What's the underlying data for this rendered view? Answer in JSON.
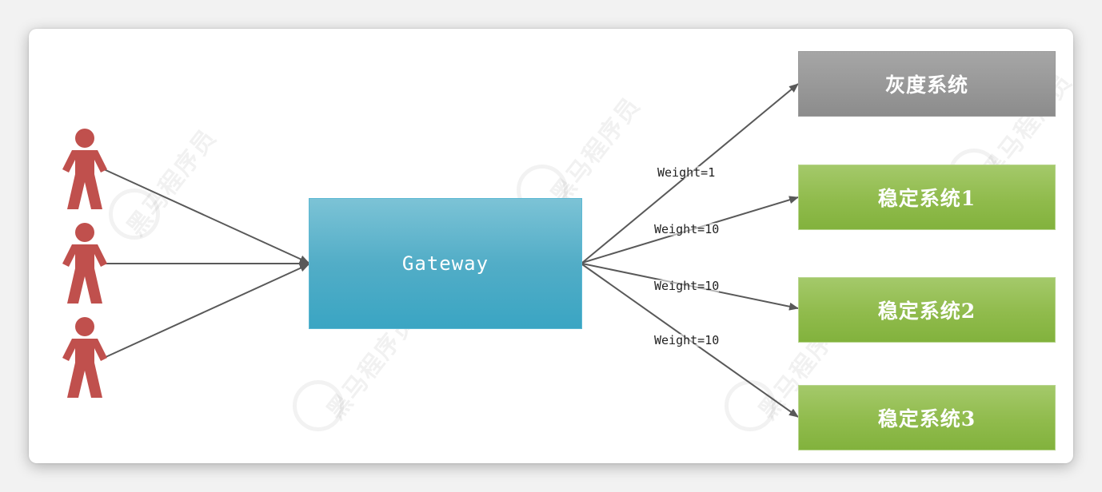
{
  "gateway": {
    "label": "Gateway"
  },
  "targets": [
    {
      "label": "灰度系统",
      "color": "#999999"
    },
    {
      "label": "稳定系统1",
      "color": "#8fbb4c"
    },
    {
      "label": "稳定系统2",
      "color": "#8fbb4c"
    },
    {
      "label": "稳定系统3",
      "color": "#8fbb4c"
    }
  ],
  "weights": [
    "Weight=1",
    "Weight=10",
    "Weight=10",
    "Weight=10"
  ],
  "users": {
    "count": 3,
    "color": "#c0504d",
    "icon": "person-icon"
  },
  "watermark": {
    "text": "黑马程序员",
    "url": "www.itheima.com"
  },
  "colors": {
    "arrow": "#595959",
    "gateway": "#4bacc6"
  }
}
